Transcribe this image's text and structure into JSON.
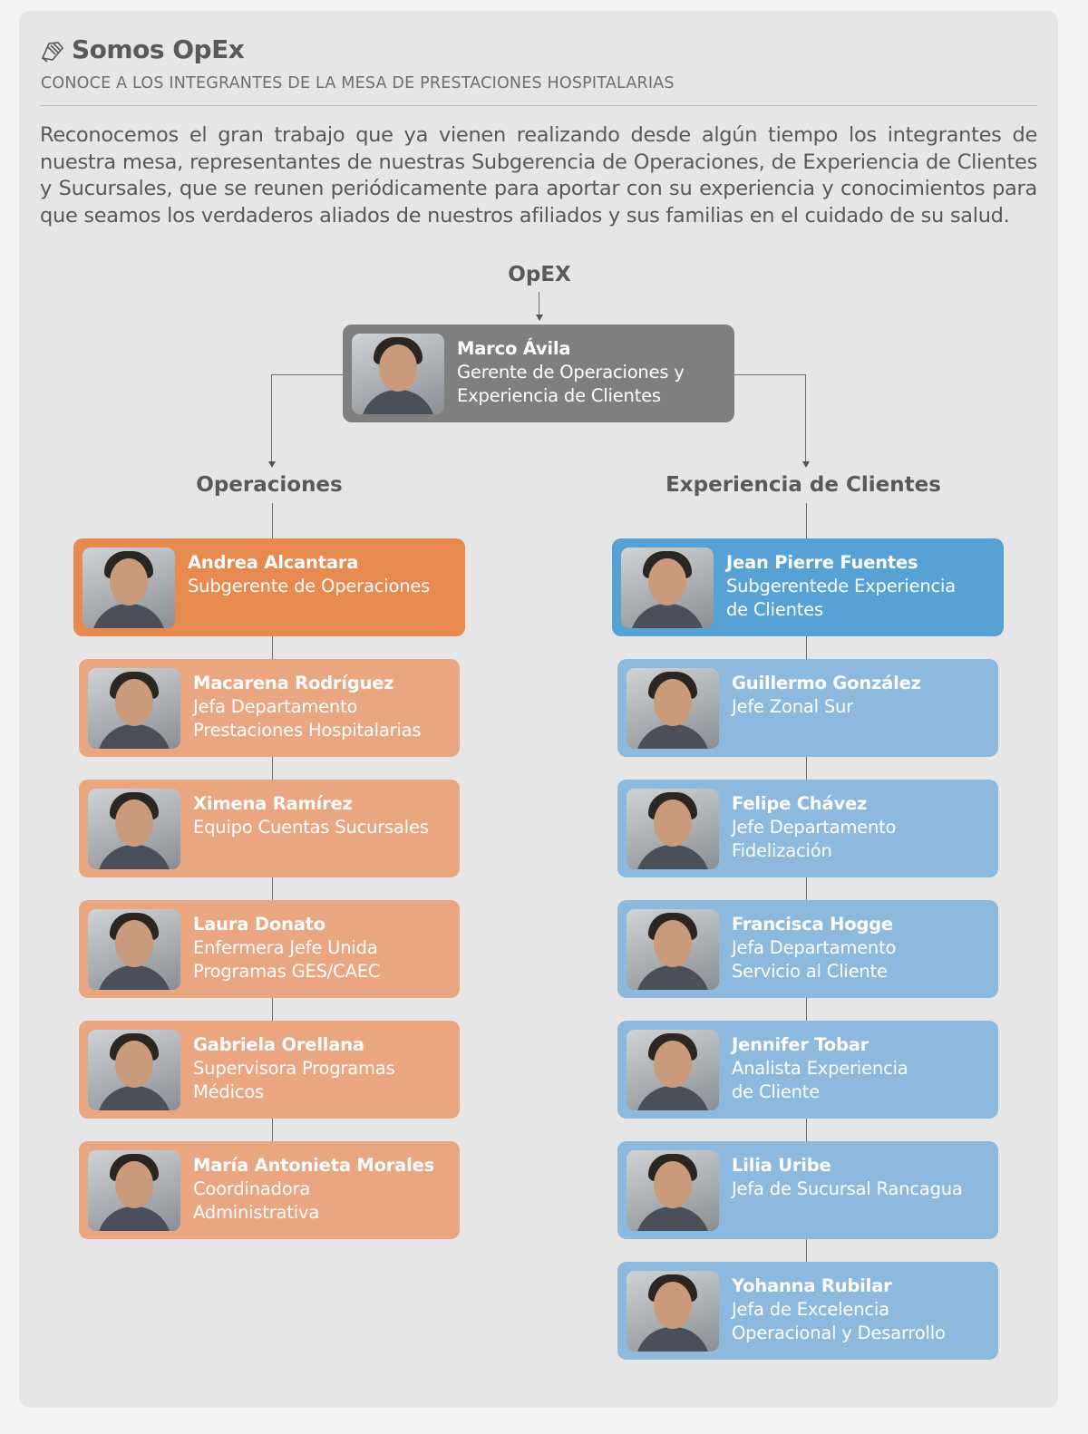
{
  "header": {
    "title": "Somos OpEx",
    "icon": "handshake-icon",
    "subtitle": "CONOCE A LOS INTEGRANTES DE LA MESA DE PRESTACIONES HOSPITALARIAS"
  },
  "intro": "Reconocemos el gran trabajo que ya vienen realizando desde algún tiempo los integrantes de nuestra mesa, representantes de nuestras Subgerencia de Operaciones, de Experiencia de Clientes y Sucursales, que se reunen periódicamente para aportar con su experiencia y conocimientos para que seamos los verdaderos aliados de nuestros afiliados y sus familias en el cuidado de su salud.",
  "org": {
    "root_label": "OpEX",
    "root": {
      "name": "Marco Ávila",
      "role": [
        "Gerente de Operaciones y",
        "Experiencia de Clientes"
      ]
    },
    "columns": [
      {
        "label": "Operaciones",
        "lead_color": "#e8894f",
        "color": "#e9a680",
        "members": [
          {
            "name": "Andrea Alcantara",
            "role": [
              "Subgerente de Operaciones"
            ]
          },
          {
            "name": "Macarena Rodríguez",
            "role": [
              "Jefa Departamento",
              "Prestaciones Hospitalarias"
            ]
          },
          {
            "name": "Ximena Ramírez",
            "role": [
              "Equipo Cuentas Sucursales"
            ]
          },
          {
            "name": "Laura Donato",
            "role": [
              "Enfermera Jefe Unida",
              "Programas GES/CAEC"
            ]
          },
          {
            "name": "Gabriela Orellana",
            "role": [
              "Supervisora Programas",
              "Médicos"
            ]
          },
          {
            "name": "María Antonieta Morales",
            "role": [
              "Coordinadora",
              "Administrativa"
            ]
          }
        ]
      },
      {
        "label": "Experiencia de Clientes",
        "lead_color": "#57a1d4",
        "color": "#8cb9dd",
        "members": [
          {
            "name": "Jean Pierre Fuentes",
            "role": [
              "Subgerentede Experiencia",
              "de Clientes"
            ]
          },
          {
            "name": "Guillermo González",
            "role": [
              "Jefe Zonal Sur"
            ]
          },
          {
            "name": "Felipe Chávez",
            "role": [
              "Jefe Departamento",
              "Fidelización"
            ]
          },
          {
            "name": "Francisca Hogge",
            "role": [
              "Jefa Departamento",
              "Servicio al Cliente"
            ]
          },
          {
            "name": "Jennifer Tobar",
            "role": [
              "Analista Experiencia",
              "de Cliente"
            ]
          },
          {
            "name": "Lilia Uribe",
            "role": [
              "Jefa de Sucursal Rancagua"
            ]
          },
          {
            "name": "Yohanna Rubilar",
            "role": [
              "Jefa de Excelencia",
              "Operacional y Desarrollo"
            ]
          }
        ]
      }
    ]
  }
}
